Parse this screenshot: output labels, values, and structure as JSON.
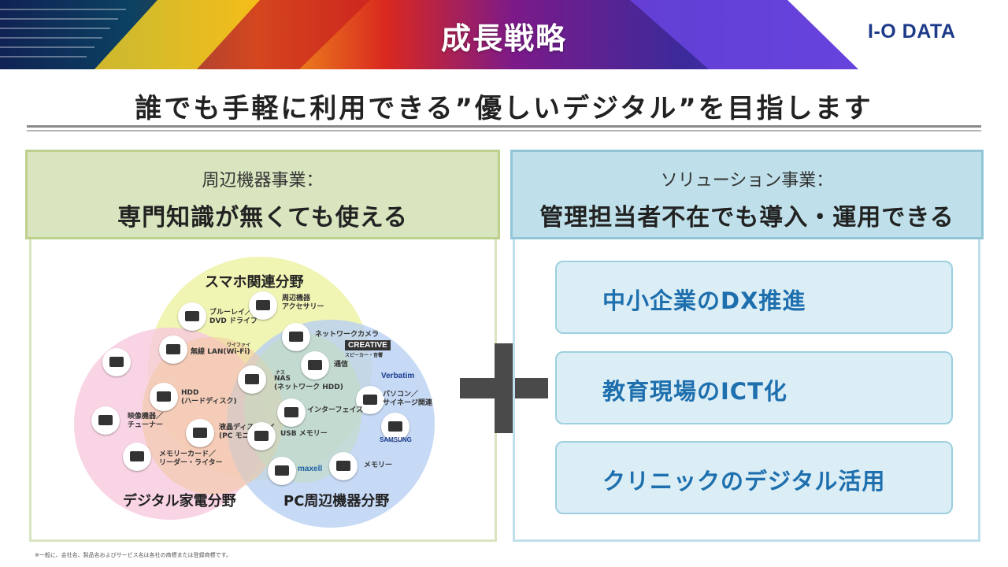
{
  "header": {
    "title": "成長戦略",
    "logo": "I-O DATA"
  },
  "subtitle": "誰でも手軽に利用できる”優しいデジタル”を目指します",
  "left_panel": {
    "small": "周辺機器事業：",
    "big": "専門知識が無くても使える",
    "venn": {
      "smartphone": "スマホ関連分野",
      "digital_home": "デジタル家電分野",
      "pc_peripheral": "PC周辺機器分野",
      "items": {
        "bluray": "ブルーレイ／\nDVD ドライブ",
        "accessory": "周辺機器\nアクセサリー",
        "network_camera": "ネットワークカメラ",
        "wifi_ruby": "ワイファイ",
        "wireless_lan": "無線 LAN(Wi-Fi)",
        "speaker": "スピーカー・音響",
        "nas_ruby": "ナス",
        "nas": "NAS\n(ネットワーク HDD)",
        "comm": "通信",
        "hdd": "HDD\n(ハードディスク)",
        "pc_signage": "パソコン／\nサイネージ関連",
        "interface": "インターフェイス",
        "video": "映像機器／\nチューナー",
        "display": "液晶ディスプレイ\n(PC モニター)",
        "usb": "USB メモリー",
        "memcard": "メモリーカード／\nリーダー・ライター",
        "memory": "メモリー"
      },
      "brands": {
        "creative": "CREATIVE",
        "verbatim": "Verbatim",
        "samsung": "SAMSUNG",
        "maxell": "maxell"
      }
    }
  },
  "right_panel": {
    "small": "ソリューション事業：",
    "big": "管理担当者不在でも導入・運用できる",
    "solutions": [
      "中小企業のDX推進",
      "教育現場のICT化",
      "クリニックのデジタル活用"
    ]
  },
  "footnote": "※一般に、会社名、製品名およびサービス名は各社の商標または登録商標です。",
  "colors": {
    "left_head": "#d8e5bf",
    "right_head": "#bfe0ea",
    "solution_text": "#1e6fae",
    "venn_yellow": "#eef3a6",
    "venn_pink": "#f8c9de",
    "venn_blue": "#b8cff3",
    "logo": "#1d3a8a"
  }
}
